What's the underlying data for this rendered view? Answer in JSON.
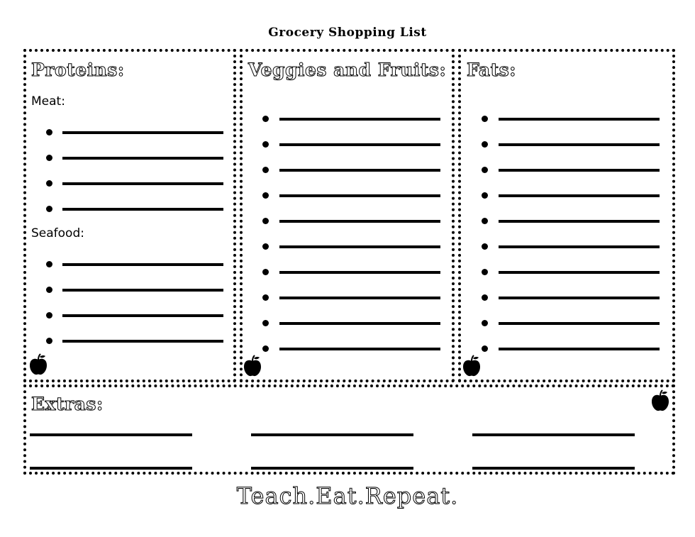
{
  "page": {
    "title": "Grocery Shopping List"
  },
  "sections": {
    "proteins": {
      "heading": "Proteins:",
      "meat_label": "Meat:",
      "seafood_label": "Seafood:",
      "meat_lines": 4,
      "seafood_lines": 4
    },
    "veggies": {
      "heading": "Veggies and Fruits:",
      "lines": 10
    },
    "fats": {
      "heading": "Fats:",
      "lines": 10
    },
    "extras": {
      "heading": "Extras:",
      "columns": 3,
      "rows": 2
    }
  },
  "footer": {
    "tagline": "Teach.Eat.Repeat."
  },
  "icons": [
    "apple-icon"
  ]
}
